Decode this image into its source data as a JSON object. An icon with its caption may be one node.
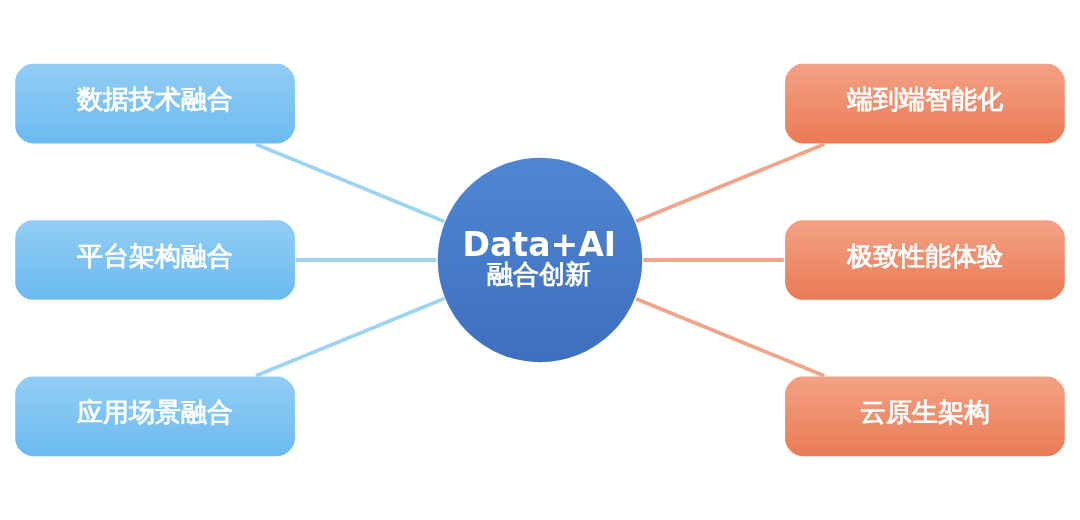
{
  "diagram": {
    "nodes": [
      {
        "text": [
          "Data+AI",
          "融合创新"
        ]
      },
      {
        "text": [
          "数据技术融合"
        ]
      },
      {
        "text": [
          "平台架构融合"
        ]
      },
      {
        "text": [
          "应用场景融合"
        ]
      },
      {
        "text": [
          "端到端智能化"
        ]
      },
      {
        "text": [
          "极致性能体验"
        ]
      },
      {
        "text": [
          "云原生架构"
        ]
      }
    ],
    "edges": [
      {
        "from": 1,
        "to": 0,
        "arrow": "none",
        "color": "#9fd3f3"
      },
      {
        "from": 2,
        "to": 0,
        "arrow": "none",
        "color": "#9fd3f3"
      },
      {
        "from": 3,
        "to": 0,
        "arrow": "none",
        "color": "#9fd3f3"
      },
      {
        "from": 0,
        "to": 4,
        "arrow": "none",
        "color": "#f0a58a"
      },
      {
        "from": 0,
        "to": 5,
        "arrow": "none",
        "color": "#f0a58a"
      },
      {
        "from": 0,
        "to": 6,
        "arrow": "none",
        "color": "#f0a58a"
      }
    ]
  }
}
